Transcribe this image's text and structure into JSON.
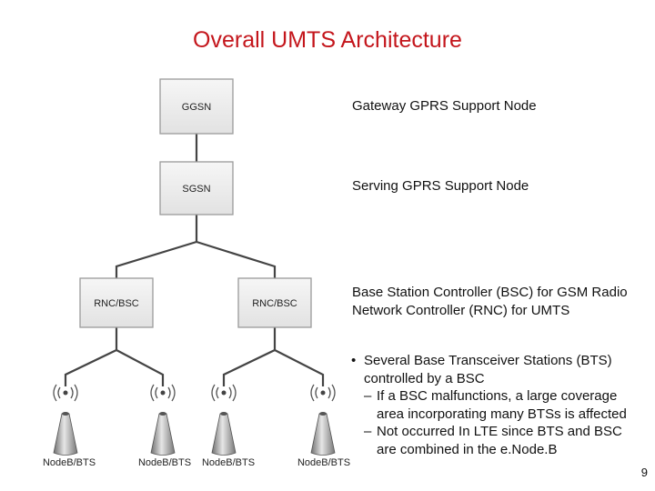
{
  "title": "Overall UMTS Architecture",
  "nodes": {
    "ggsn": "GGSN",
    "sgsn": "SGSN",
    "rnc_left": "RNC/BSC",
    "rnc_right": "RNC/BSC"
  },
  "bts_labels": [
    "NodeB/BTS",
    "NodeB/BTS",
    "NodeB/BTS",
    "NodeB/BTS"
  ],
  "descriptions": {
    "ggsn": "Gateway GPRS Support Node",
    "sgsn": "Serving GPRS Support Node",
    "rnc_line1": "Base Station Controller (BSC) for GSM Radio",
    "rnc_line2": "Network Controller (RNC) for UMTS"
  },
  "bullets": {
    "main_line1": "Several Base Transceiver Stations (BTS)",
    "main_line2": "controlled by a BSC",
    "sub1_line1": "If a BSC malfunctions, a large coverage",
    "sub1_line2": "area incorporating many BTSs is affected",
    "sub2_line1": "Not occurred In LTE since BTS and BSC",
    "sub2_line2": "are combined in the e.Node.B"
  },
  "page_number": "9",
  "colors": {
    "title": "#c4161c",
    "box_fill": "#ececec",
    "box_stroke": "#9a9a9a",
    "line": "#444444"
  }
}
